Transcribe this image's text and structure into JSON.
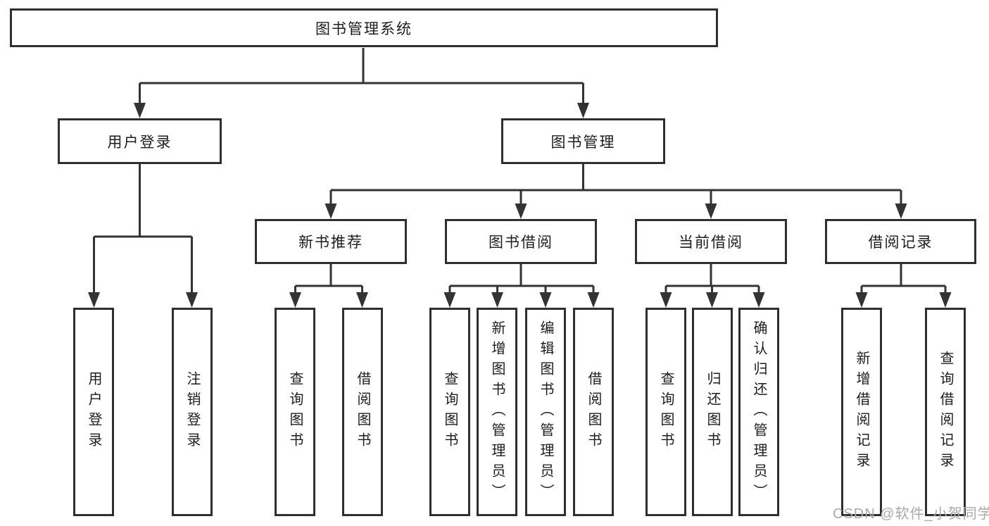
{
  "diagram": {
    "type": "tree",
    "root": "图书管理系统",
    "branches": [
      {
        "label": "用户登录",
        "children": [
          "用户登录",
          "注销登录"
        ]
      },
      {
        "label": "图书管理",
        "groups": [
          {
            "label": "新书推荐",
            "children": [
              "查询图书",
              "借阅图书"
            ]
          },
          {
            "label": "图书借阅",
            "children": [
              "查询图书",
              "新增图书（管理员）",
              "编辑图书（管理员）",
              "借阅图书"
            ]
          },
          {
            "label": "当前借阅",
            "children": [
              "查询图书",
              "归还图书",
              "确认归还（管理员）"
            ]
          },
          {
            "label": "借阅记录",
            "children": [
              "新增借阅记录",
              "查询借阅记录"
            ]
          }
        ]
      }
    ]
  },
  "watermark": "CSDN @软件_小贺同学",
  "colors": {
    "line": "#333333",
    "box_border": "#2f2f2f",
    "text": "#1d1d1d",
    "watermark": "#a9a9a9",
    "background": "#ffffff"
  }
}
